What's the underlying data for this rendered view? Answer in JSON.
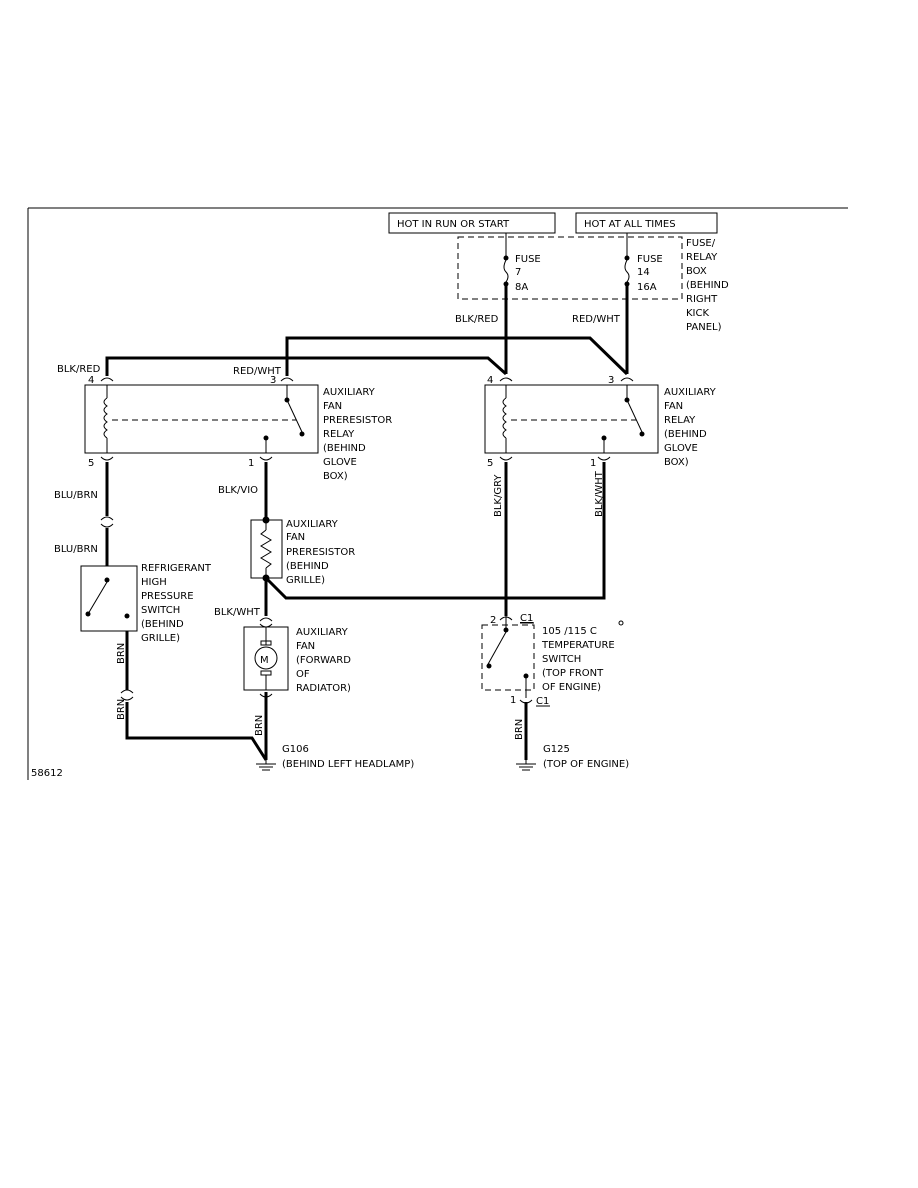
{
  "power": {
    "hot_run_start": "HOT IN RUN OR START",
    "hot_all_times": "HOT AT ALL TIMES"
  },
  "fuse_box": {
    "label": [
      "FUSE/",
      "RELAY",
      "BOX",
      "(BEHIND",
      "RIGHT",
      "KICK",
      "PANEL)"
    ],
    "fuse1": [
      "FUSE",
      "7",
      "8A"
    ],
    "fuse2": [
      "FUSE",
      "14",
      "16A"
    ]
  },
  "wires": {
    "blk_red": "BLK/RED",
    "red_wht": "RED/WHT",
    "blu_brn": "BLU/BRN",
    "blk_vio": "BLK/VIO",
    "blk_wht": "BLK/WHT",
    "blk_gry": "BLK/GRY",
    "brn": "BRN"
  },
  "pins": {
    "p1": "1",
    "p2": "2",
    "p3": "3",
    "p4": "4",
    "p5": "5"
  },
  "connector": "C1",
  "components": {
    "preresistor_relay": [
      "AUXILIARY",
      "FAN",
      "PRERESISTOR",
      "RELAY",
      "(BEHIND",
      "GLOVE",
      "BOX)"
    ],
    "fan_relay": [
      "AUXILIARY",
      "FAN",
      "RELAY",
      "(BEHIND",
      "GLOVE",
      "BOX)"
    ],
    "preresistor": [
      "AUXILIARY",
      "FAN",
      "PRERESISTOR",
      "(BEHIND",
      "GRILLE)"
    ],
    "refrigerant_switch": [
      "REFRIGERANT",
      "HIGH",
      "PRESSURE",
      "SWITCH",
      "(BEHIND",
      "GRILLE)"
    ],
    "aux_fan": [
      "AUXILIARY",
      "FAN",
      "(FORWARD",
      "OF",
      "RADIATOR)"
    ],
    "temp_switch": [
      "105 /115 C",
      "TEMPERATURE",
      "SWITCH",
      "(TOP FRONT",
      "OF ENGINE)"
    ],
    "motor_symbol": "M"
  },
  "grounds": {
    "g106": [
      "G106",
      "(BEHIND LEFT HEADLAMP)"
    ],
    "g125": [
      "G125",
      "(TOP OF ENGINE)"
    ]
  },
  "figure_id": "58612"
}
